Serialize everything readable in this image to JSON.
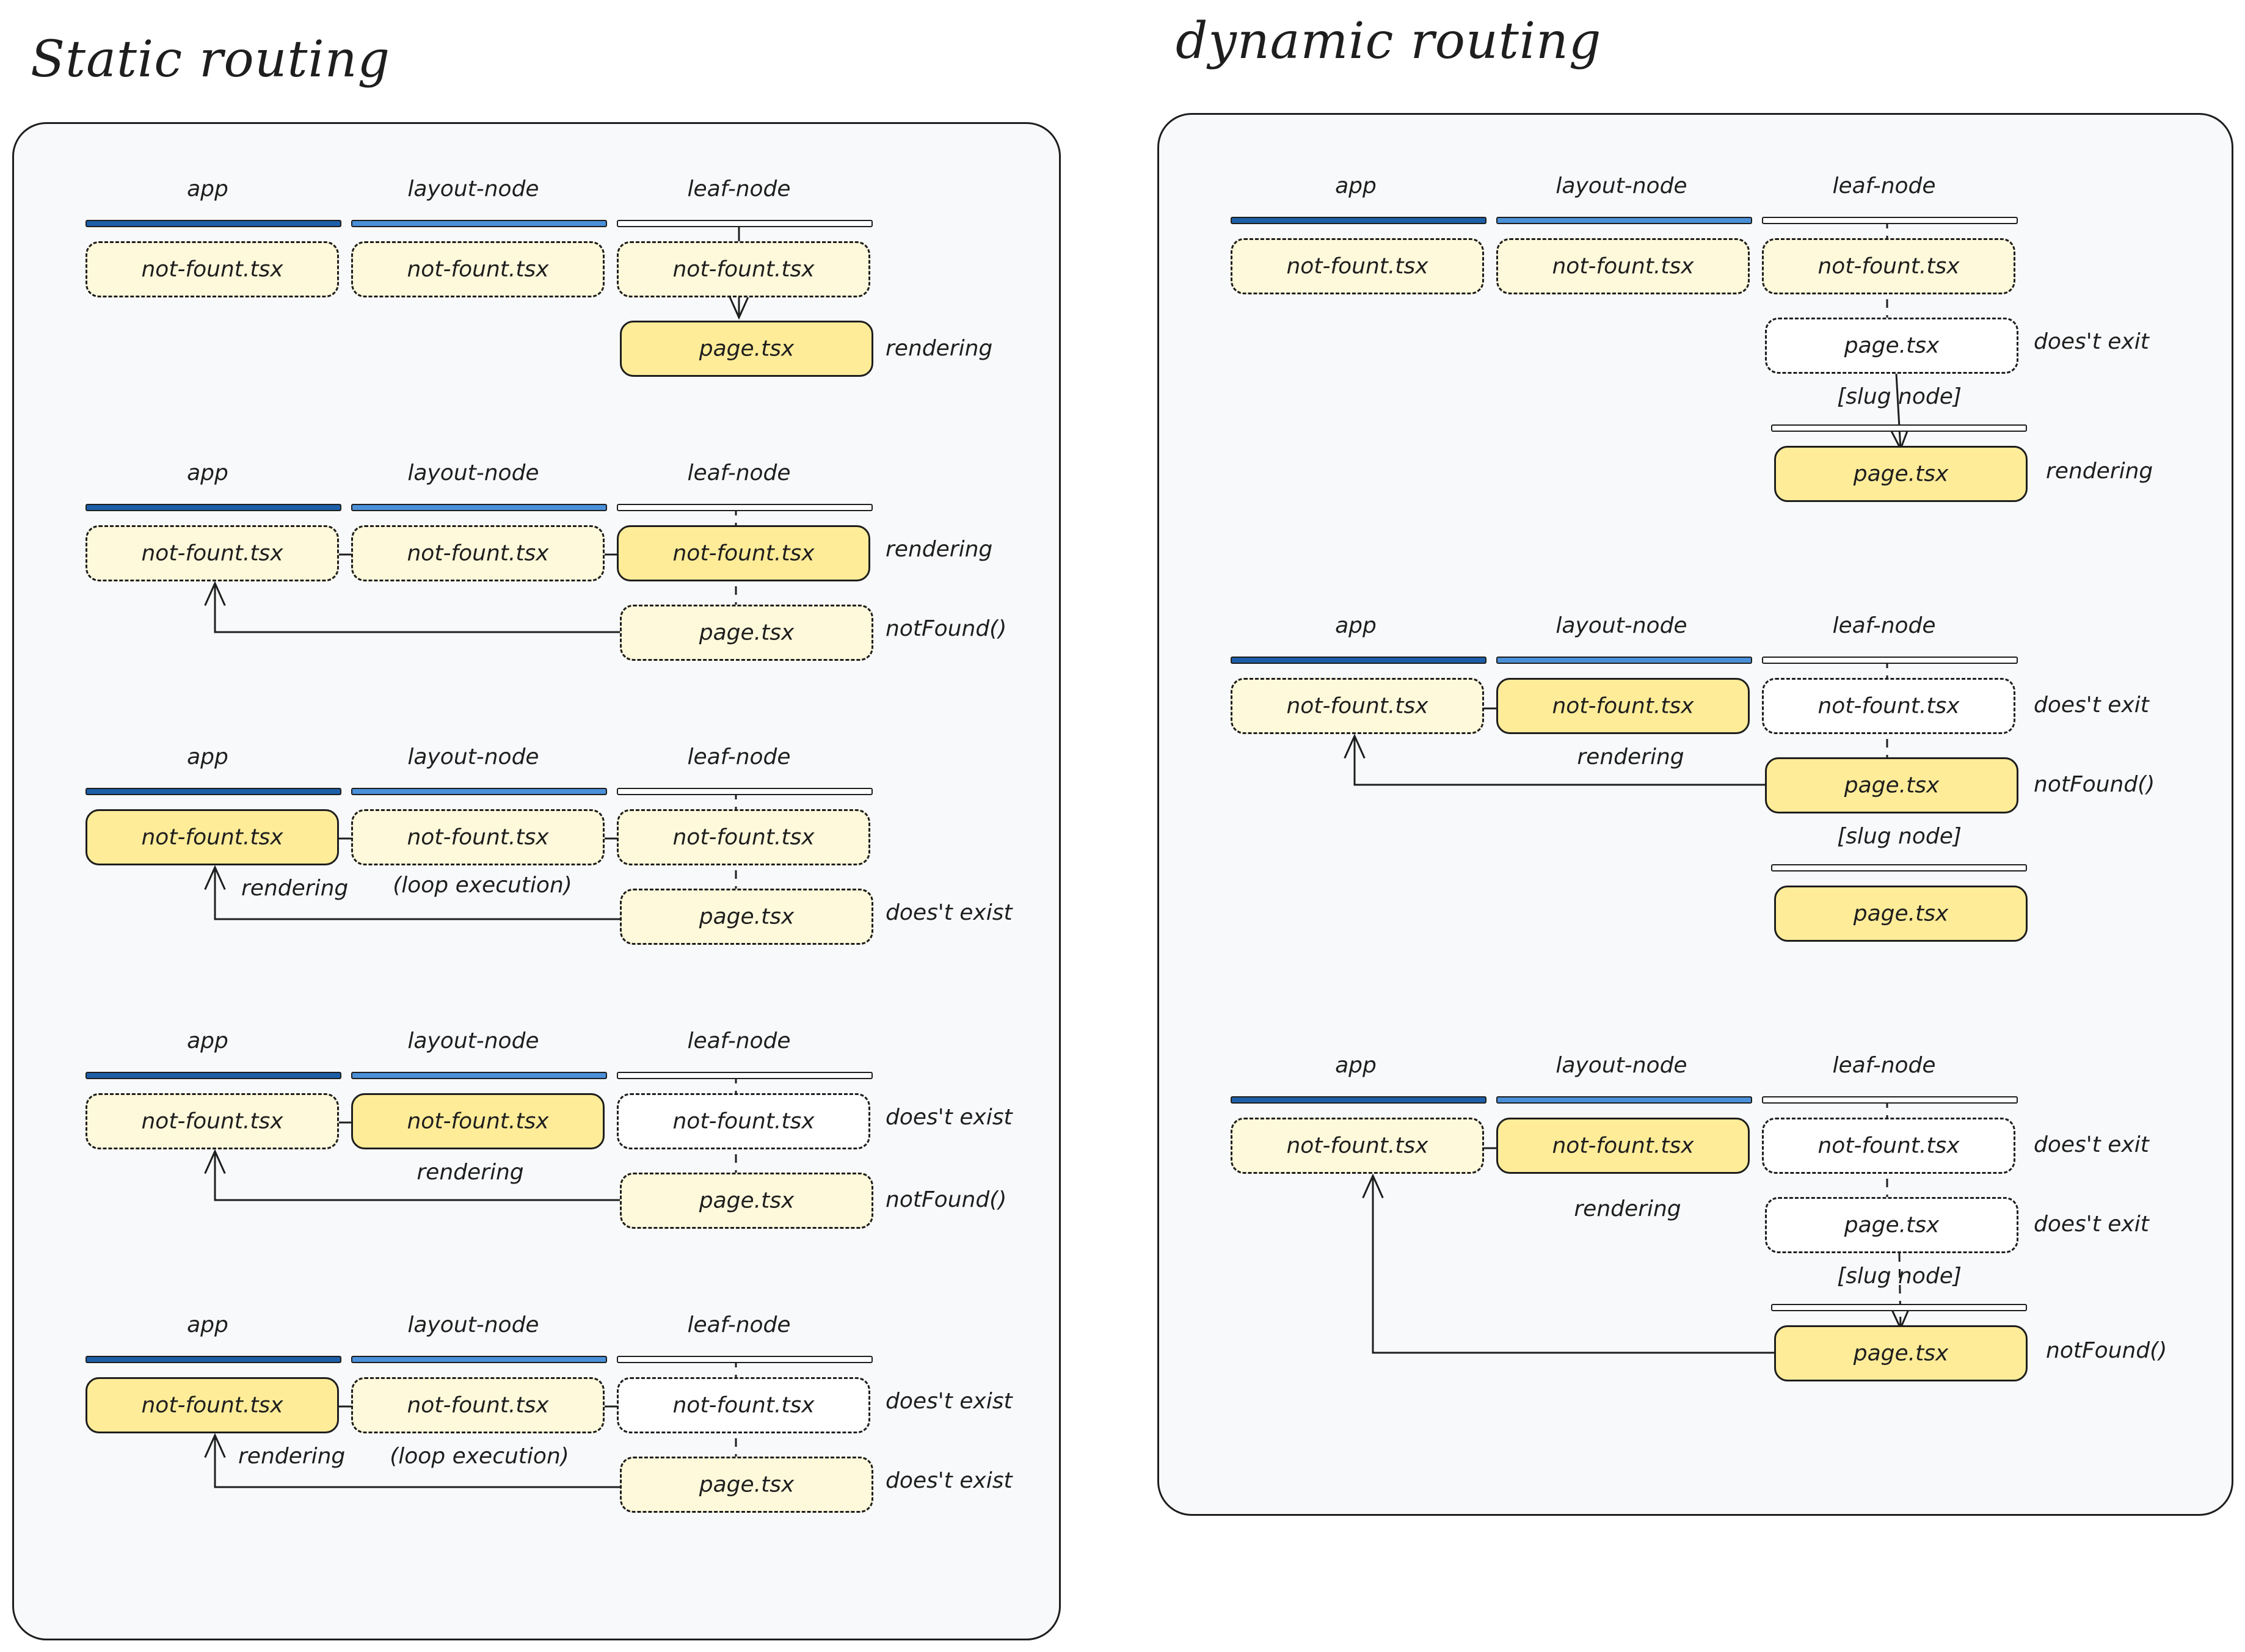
{
  "titles": {
    "static": "Static routing",
    "dynamic": "dynamic routing"
  },
  "columns": {
    "app": "app",
    "layout": "layout-node",
    "leaf": "leaf-node",
    "slug": "[slug node]"
  },
  "files": {
    "not_found": "not-fount.tsx",
    "page": "page.tsx"
  },
  "statuses": {
    "rendering": "rendering",
    "not_found_call": "notFound()",
    "does_not_exist": "does't exist",
    "does_not_exit": "does't exit",
    "loop": "(loop execution)"
  },
  "colors": {
    "bar_dark": "#1c5fa8",
    "bar_light": "#4a90d9",
    "box_pale": "#fff9db",
    "box_highlight": "#ffec99",
    "panel": "#f8f9fa"
  }
}
